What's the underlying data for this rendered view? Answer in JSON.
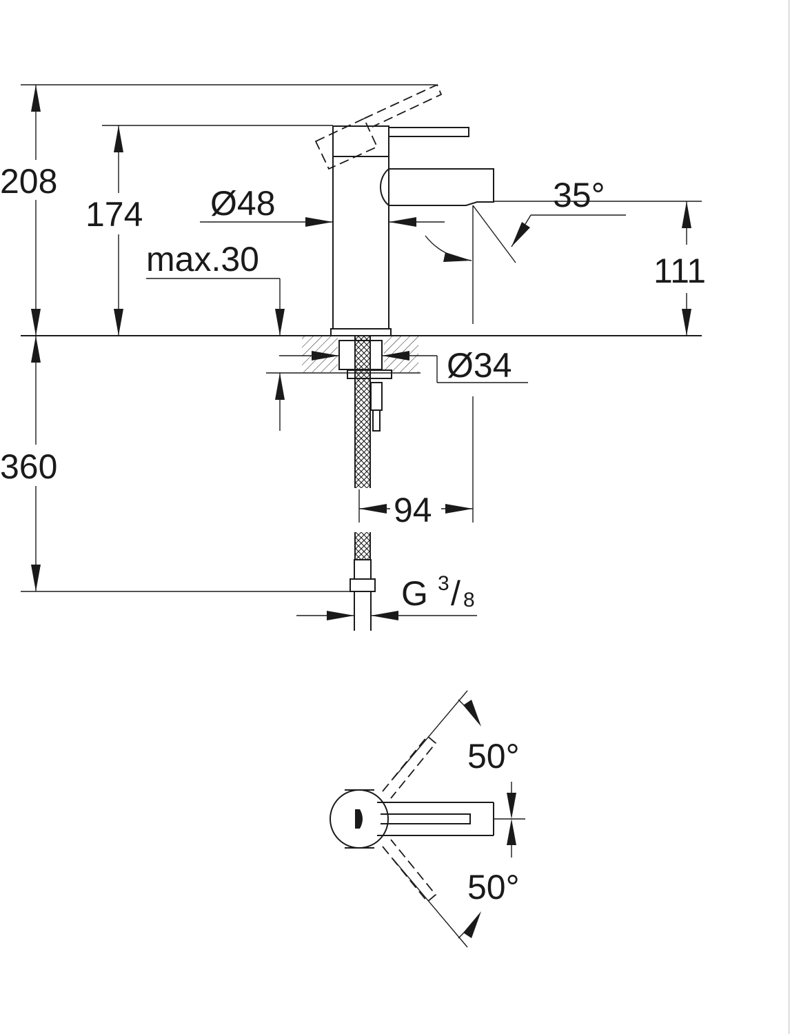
{
  "dimensions": {
    "total_height": "208",
    "handle_height": "174",
    "body_diameter": "Ø48",
    "max_thickness": "max.30",
    "lever_angle": "35°",
    "spout_height": "111",
    "hole_diameter": "Ø34",
    "below_deck": "360",
    "reach": "94",
    "connection_thread": "G",
    "connection_numerator": "3",
    "connection_denominator": "8",
    "rotation_upper": "50°",
    "rotation_lower": "50°"
  }
}
